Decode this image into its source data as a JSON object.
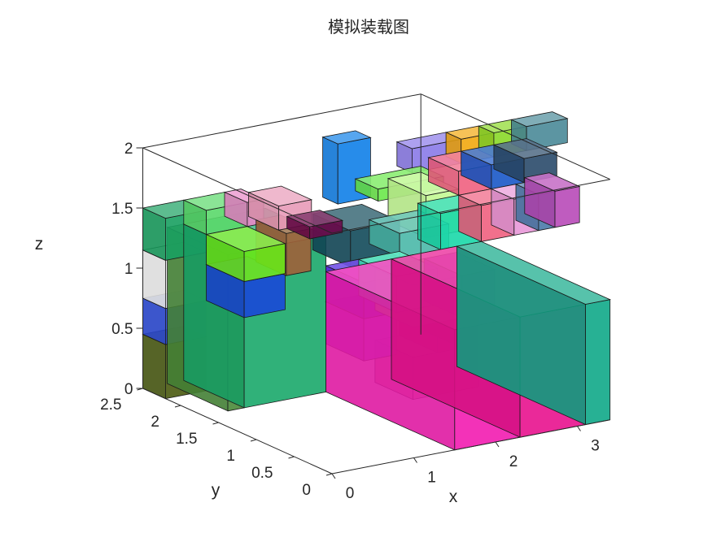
{
  "chart_data": {
    "type": "3d-bar",
    "title": "模拟装载图",
    "xlabel": "x",
    "ylabel": "y",
    "zlabel": "z",
    "xlim": [
      0,
      3.4
    ],
    "ylim": [
      0,
      2.5
    ],
    "zlim": [
      0,
      2
    ],
    "x_ticks": [
      "0",
      "1",
      "2",
      "3"
    ],
    "y_ticks": [
      "0",
      "0.5",
      "1",
      "1.5",
      "2",
      "2.5"
    ],
    "z_ticks": [
      "0",
      "0.5",
      "1",
      "1.5",
      "2"
    ],
    "boxes": [
      {
        "x": [
          0.5,
          1.5
        ],
        "y": [
          1.7,
          2.5
        ],
        "z": [
          0,
          1.3
        ],
        "color": "#1aa86a"
      },
      {
        "x": [
          0.3,
          0.5
        ],
        "y": [
          1.7,
          2.5
        ],
        "z": [
          0,
          1.3
        ],
        "color": "#4a8a3a"
      },
      {
        "x": [
          0,
          0.5
        ],
        "y": [
          2.2,
          2.5
        ],
        "z": [
          0,
          0.45
        ],
        "color": "#4a5a10"
      },
      {
        "x": [
          0,
          0.5
        ],
        "y": [
          2.2,
          2.5
        ],
        "z": [
          0.45,
          0.75
        ],
        "color": "#2a4ad8"
      },
      {
        "x": [
          0,
          0.5
        ],
        "y": [
          2.2,
          2.5
        ],
        "z": [
          0.75,
          1.15
        ],
        "color": "#f0f0f0"
      },
      {
        "x": [
          0,
          0.5
        ],
        "y": [
          2.2,
          2.5
        ],
        "z": [
          1.15,
          1.5
        ],
        "color": "#18a060"
      },
      {
        "x": [
          0.5,
          1.0
        ],
        "y": [
          2.2,
          2.5
        ],
        "z": [
          1.3,
          1.5
        ],
        "color": "#5ad86a"
      },
      {
        "x": [
          1.0,
          1.2
        ],
        "y": [
          2.2,
          2.5
        ],
        "z": [
          1.3,
          1.5
        ],
        "color": "#e888c8"
      },
      {
        "x": [
          1.2,
          1.5
        ],
        "y": [
          1.9,
          2.3
        ],
        "z": [
          0.95,
          1.3
        ],
        "color": "#a06038"
      },
      {
        "x": [
          0.5,
          1.0
        ],
        "y": [
          1.7,
          2.2
        ],
        "z": [
          0.75,
          1.05
        ],
        "color": "#1a48d8"
      },
      {
        "x": [
          0.5,
          1.0
        ],
        "y": [
          1.7,
          2.2
        ],
        "z": [
          1.05,
          1.3
        ],
        "color": "#6ae81a"
      },
      {
        "x": [
          1.2,
          1.6
        ],
        "y": [
          2.0,
          2.4
        ],
        "z": [
          1.3,
          1.5
        ],
        "color": "#e89ab8"
      },
      {
        "x": [
          1.3,
          1.7
        ],
        "y": [
          1.7,
          2.0
        ],
        "z": [
          1.3,
          1.4
        ],
        "color": "#6a0a4a"
      },
      {
        "x": [
          1.5,
          2.3
        ],
        "y": [
          0,
          1.7
        ],
        "z": [
          0,
          1.0
        ],
        "color": "#f21cb0"
      },
      {
        "x": [
          2.3,
          3.1
        ],
        "y": [
          0,
          1.7
        ],
        "z": [
          0,
          1.0
        ],
        "color": "#e8128e"
      },
      {
        "x": [
          3.1,
          3.4
        ],
        "y": [
          0,
          1.7
        ],
        "z": [
          0,
          1.0
        ],
        "color": "#10a888"
      },
      {
        "x": [
          1.5,
          1.9
        ],
        "y": [
          1.2,
          1.7
        ],
        "z": [
          0.4,
          0.75
        ],
        "color": "#8a40f0"
      },
      {
        "x": [
          1.5,
          1.9
        ],
        "y": [
          1.2,
          1.7
        ],
        "z": [
          0.75,
          1.05
        ],
        "color": "#4a20e0"
      },
      {
        "x": [
          1.9,
          2.4
        ],
        "y": [
          1.2,
          1.7
        ],
        "z": [
          0.75,
          1.05
        ],
        "color": "#3ae8b8"
      },
      {
        "x": [
          2.1,
          2.9
        ],
        "y": [
          1.2,
          1.7
        ],
        "z": [
          0,
          0.35
        ],
        "color": "#f29098"
      },
      {
        "x": [
          2.4,
          2.7
        ],
        "y": [
          1.2,
          1.7
        ],
        "z": [
          0.35,
          0.6
        ],
        "color": "#b02020"
      },
      {
        "x": [
          2.7,
          2.9
        ],
        "y": [
          1.2,
          1.7
        ],
        "z": [
          0.35,
          0.6
        ],
        "color": "#700a0a"
      },
      {
        "x": [
          2.1,
          2.7
        ],
        "y": [
          1.2,
          1.7
        ],
        "z": [
          0.6,
          0.95
        ],
        "color": "#8ae83a"
      },
      {
        "x": [
          2.7,
          3.1
        ],
        "y": [
          1.2,
          1.7
        ],
        "z": [
          0.6,
          0.95
        ],
        "color": "#8a10c8"
      },
      {
        "x": [
          2.4,
          3.0
        ],
        "y": [
          1.7,
          2.1
        ],
        "z": [
          1.0,
          1.2
        ],
        "color": "#4ab8a8"
      },
      {
        "x": [
          1.8,
          2.4
        ],
        "y": [
          1.7,
          2.2
        ],
        "z": [
          1.0,
          1.3
        ],
        "color": "#124a5a"
      },
      {
        "x": [
          2.9,
          3.4
        ],
        "y": [
          1.7,
          2.0
        ],
        "z": [
          1.0,
          1.3
        ],
        "color": "#1ad8a8"
      },
      {
        "x": [
          3.0,
          3.4
        ],
        "y": [
          2.0,
          2.5
        ],
        "z": [
          1.0,
          1.35
        ],
        "color": "#c2f892"
      },
      {
        "x": [
          3.4,
          3.8
        ],
        "y": [
          1.7,
          2.0
        ],
        "z": [
          1.0,
          1.3
        ],
        "color": "#f06080"
      },
      {
        "x": [
          3.8,
          4.1
        ],
        "y": [
          1.7,
          2.0
        ],
        "z": [
          1.0,
          1.3
        ],
        "color": "#e898d8"
      },
      {
        "x": [
          4.1,
          4.3
        ],
        "y": [
          1.7,
          2.0
        ],
        "z": [
          1.0,
          1.3
        ],
        "color": "#4a7aa8"
      },
      {
        "x": [
          4.3,
          4.6
        ],
        "y": [
          1.7,
          2.1
        ],
        "z": [
          1.0,
          1.3
        ],
        "color": "#b84ab8"
      },
      {
        "x": [
          2.6,
          3.4
        ],
        "y": [
          2.2,
          2.5
        ],
        "z": [
          1.3,
          1.4
        ],
        "color": "#6ae84a"
      },
      {
        "x": [
          3.4,
          3.8
        ],
        "y": [
          2.0,
          2.4
        ],
        "z": [
          1.3,
          1.5
        ],
        "color": "#f06080"
      },
      {
        "x": [
          3.8,
          4.2
        ],
        "y": [
          2.0,
          2.4
        ],
        "z": [
          1.3,
          1.5
        ],
        "color": "#1a58c8"
      },
      {
        "x": [
          4.2,
          4.6
        ],
        "y": [
          2.0,
          2.4
        ],
        "z": [
          1.3,
          1.5
        ],
        "color": "#2a4a6a"
      },
      {
        "x": [
          3.2,
          3.8
        ],
        "y": [
          2.4,
          2.6
        ],
        "z": [
          1.4,
          1.6
        ],
        "color": "#8a7ae8"
      },
      {
        "x": [
          3.8,
          4.2
        ],
        "y": [
          2.4,
          2.6
        ],
        "z": [
          1.4,
          1.6
        ],
        "color": "#f2a810"
      },
      {
        "x": [
          4.2,
          4.6
        ],
        "y": [
          2.4,
          2.6
        ],
        "z": [
          1.4,
          1.6
        ],
        "color": "#8ad828"
      },
      {
        "x": [
          4.6,
          5.1
        ],
        "y": [
          2.4,
          2.6
        ],
        "z": [
          1.4,
          1.6
        ],
        "color": "#4a8a98"
      },
      {
        "x": [
          2.2,
          2.6
        ],
        "y": [
          2.3,
          2.5
        ],
        "z": [
          1.3,
          1.8
        ],
        "color": "#1080e8"
      }
    ]
  }
}
